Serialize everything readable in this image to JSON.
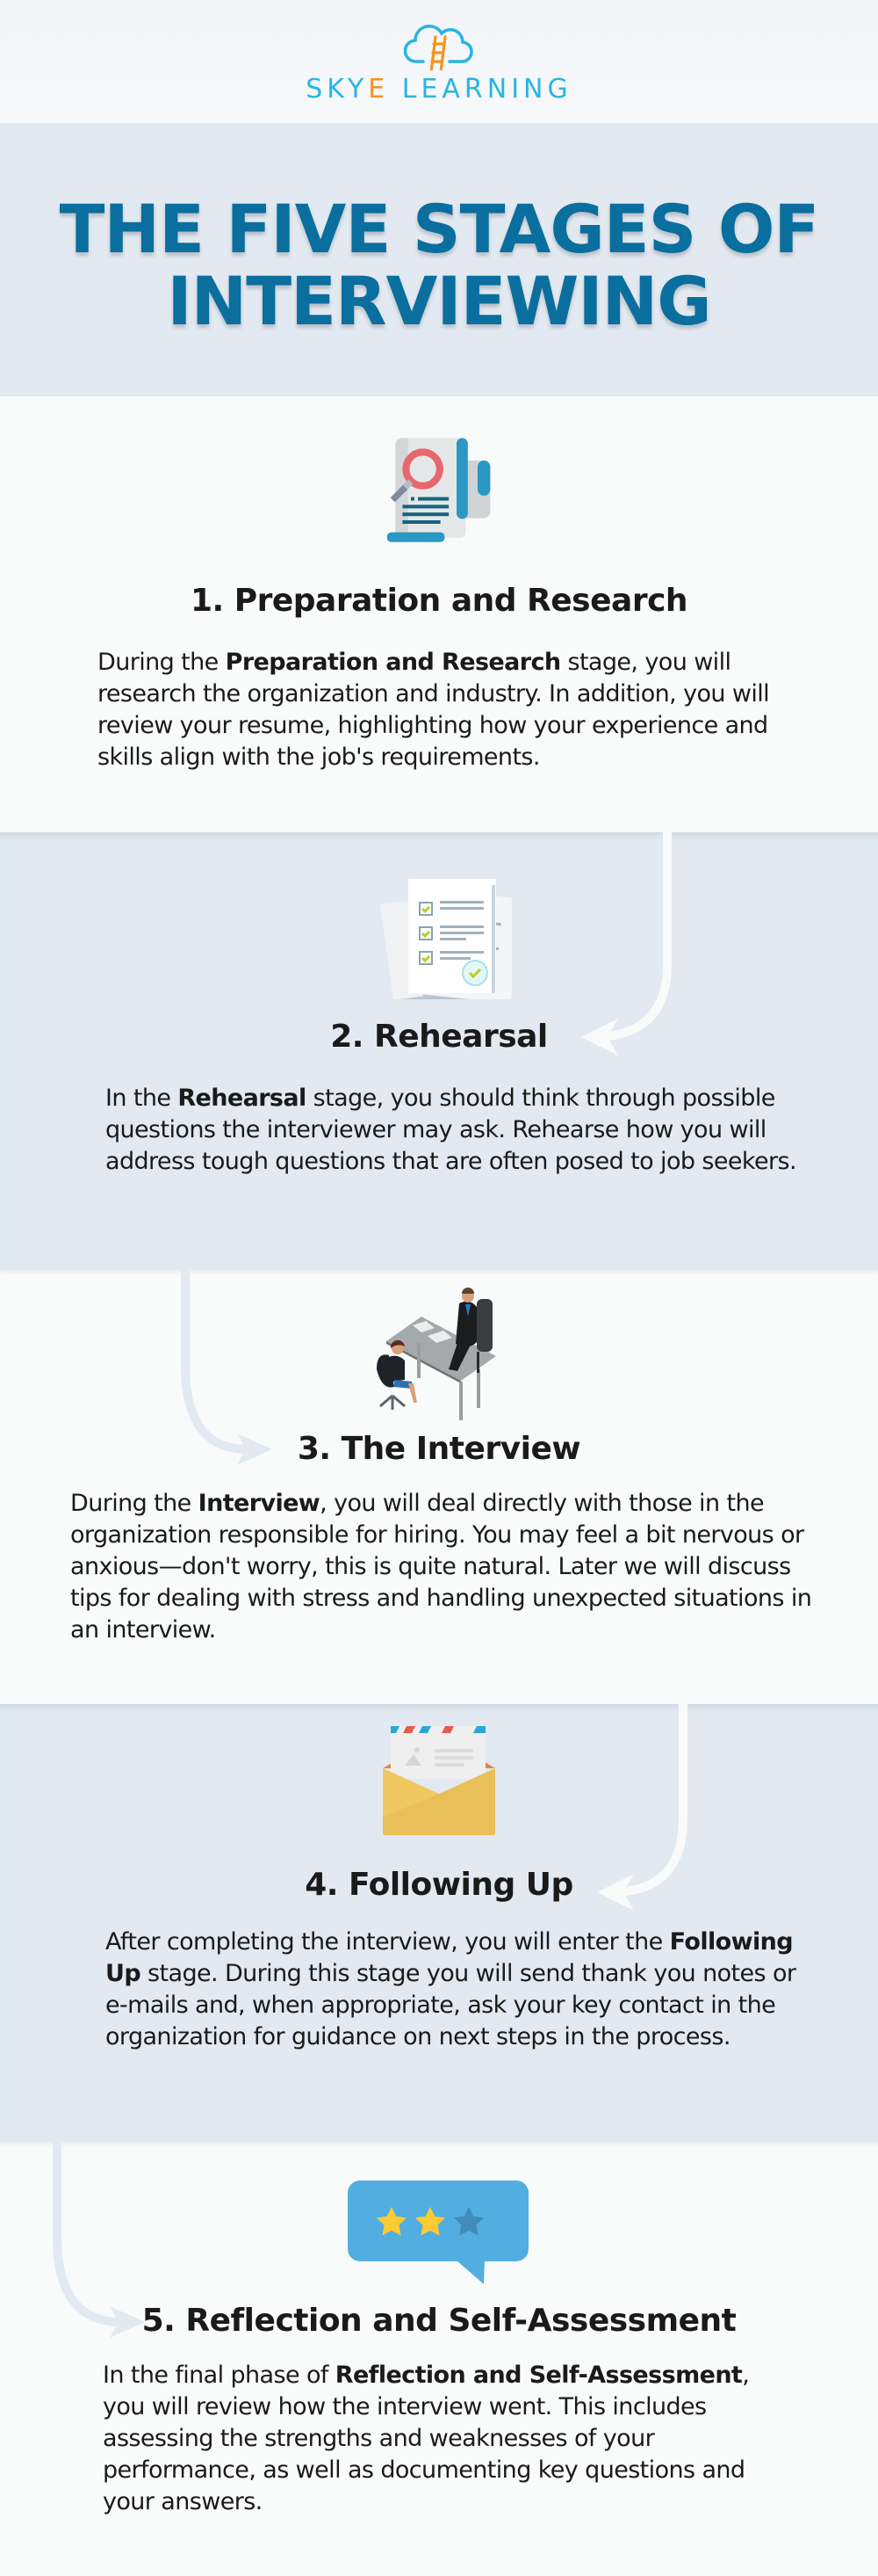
{
  "brand": {
    "name_part1": "SKY",
    "name_accent": "E",
    "name_part2": " LEARNING",
    "icon": "cloud-ladder-icon",
    "primary_color": "#29b4e6",
    "accent_color": "#f7931e"
  },
  "title": {
    "line1": "THE FIVE STAGES OF",
    "line2": "INTERVIEWING",
    "color": "#0a6e9e"
  },
  "stages": [
    {
      "number": "1",
      "heading": "1. Preparation and Research",
      "icon": "document-magnifier-icon",
      "text_before": "During the ",
      "text_bold": "Preparation and Research",
      "text_after": " stage, you will research the organization and industry. In addition, you will review your resume, highlighting how your experience and skills align with the job's requirements."
    },
    {
      "number": "2",
      "heading": "2. Rehearsal",
      "icon": "checklist-papers-icon",
      "text_before": "In the ",
      "text_bold": "Rehearsal",
      "text_after": " stage, you should think through possible questions the interviewer may ask. Rehearse how you will address tough questions that are often posed to job seekers."
    },
    {
      "number": "3",
      "heading": "3. The Interview",
      "icon": "interview-desk-icon",
      "text_before": "During the ",
      "text_bold": "Interview",
      "text_after": ", you will deal directly with those in the organization responsible for hiring. You may feel a bit nervous or anxious—don't worry, this is quite natural. Later we will discuss tips for dealing with stress and handling unexpected situations in an interview."
    },
    {
      "number": "4",
      "heading": "4. Following Up",
      "icon": "envelope-letter-icon",
      "text_before": "After completing the interview, you will enter the ",
      "text_bold": "Following Up",
      "text_after": " stage. During this stage you will send thank you notes or e-mails and, when appropriate, ask your key contact in the organization for guidance on next steps in the process."
    },
    {
      "number": "5",
      "heading": "5. Reflection and Self-Assessment",
      "icon": "rating-stars-bubble-icon",
      "text_before": "In the final phase of ",
      "text_bold": "Reflection and Self-Assessment",
      "text_after": ", you will review how the interview went. This includes assessing the strengths and weaknesses of your performance, as well as documenting key questions and your answers."
    }
  ],
  "colors": {
    "band_light": "#f9fbfb",
    "band_dark": "#e2e9f1",
    "text": "#1a1a1a"
  }
}
